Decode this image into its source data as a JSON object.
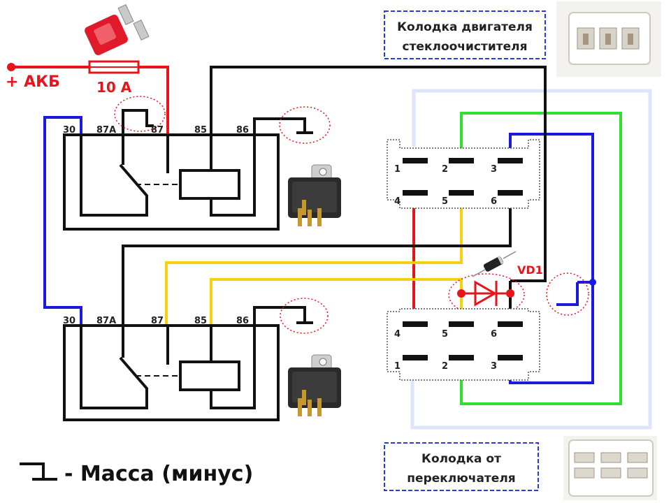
{
  "power": {
    "battery_label": "+ АКБ",
    "fuse_label": "10 А"
  },
  "relay_top": {
    "pins": [
      "30",
      "87A",
      "87",
      "85",
      "86"
    ]
  },
  "relay_bottom": {
    "pins": [
      "30",
      "87A",
      "87",
      "85",
      "86"
    ]
  },
  "connector_motor": {
    "title_line1": "Колодка двигателя",
    "title_line2": "стеклоочистителя",
    "pins_top_row": [
      "1",
      "2",
      "3"
    ],
    "pins_bottom_row": [
      "4",
      "5",
      "6"
    ]
  },
  "connector_switch": {
    "title_line1": "Колодка от",
    "title_line2": "переключателя",
    "pins_top_row": [
      "4",
      "5",
      "6"
    ],
    "pins_bottom_row": [
      "1",
      "2",
      "3"
    ]
  },
  "diode": {
    "label": "VD1"
  },
  "legend": {
    "text": "- Масса (минус)"
  },
  "colors": {
    "red": "#e8141b",
    "blue": "#1a1adf",
    "black": "#111111",
    "yellow": "#f7d010",
    "green": "#2fe02f",
    "light_blue": "#dde6f8",
    "label_box_border": "#2a3ad8"
  }
}
